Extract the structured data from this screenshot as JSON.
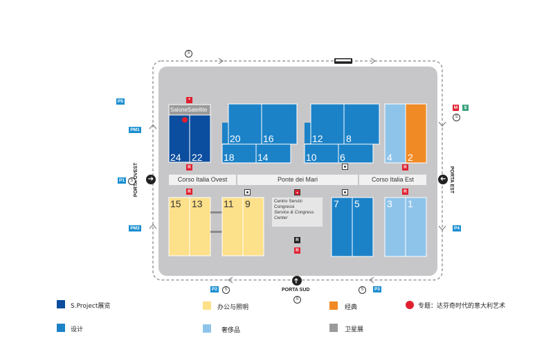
{
  "colors": {
    "sproject": "#0b4d9e",
    "design": "#1b82c8",
    "office": "#fde08a",
    "classic": "#f08a24",
    "luxury": "#8fc4ea",
    "satellite": "#9a9a9a",
    "special": "#e0202f",
    "ground": "#c7c7c9"
  },
  "halls": {
    "h24": "24",
    "h22": "22",
    "h20": "20",
    "h16": "16",
    "h18": "18",
    "h14": "14",
    "h12": "12",
    "h8": "8",
    "h10": "10",
    "h6": "6",
    "h4": "4",
    "h2": "2",
    "h15": "15",
    "h13": "13",
    "h11": "11",
    "h9": "9",
    "h7": "7",
    "h5": "5",
    "h3": "3",
    "h1": "1"
  },
  "satellite_label": "SaloneSatellite",
  "streets": {
    "west": "Corso Italia Ovest",
    "center": "Ponte dei Mari",
    "east": "Corso Italia Est"
  },
  "service_center": {
    "line1": "Centro Servizi",
    "line2": "Congressi",
    "line3": "Service & Congress",
    "line4": "Center"
  },
  "gates": {
    "west": "PORTA OVEST",
    "east": "PORTA EST",
    "south": "PORTA SUD"
  },
  "badges": {
    "p5": "P5",
    "pm1": "PM1",
    "p1": "P1",
    "pm2": "PM2",
    "p2": "P2",
    "p3": "P3",
    "p4": "P4",
    "m": "M"
  },
  "symbols": {
    "shuttle": "S",
    "restaurant": "R"
  },
  "legend": {
    "sproject": "S.Project展览",
    "design": "设计",
    "office": "办公与照明",
    "luxury": "奢侈品",
    "classic": "经典",
    "satellite": "卫星展",
    "special": "专题：达芬奇时代的意大利艺术"
  }
}
